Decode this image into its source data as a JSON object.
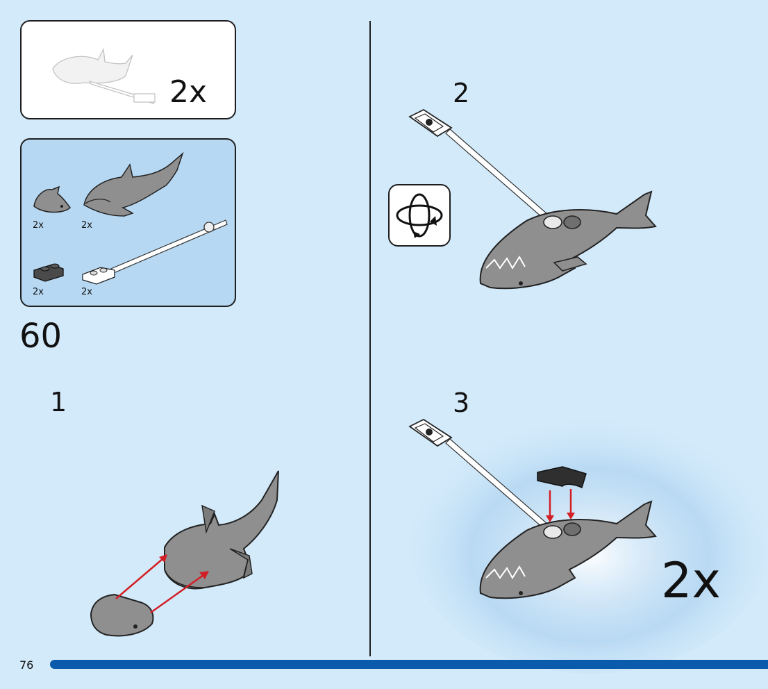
{
  "sub_model": {
    "count_label": "2x"
  },
  "parts_list": {
    "items": [
      {
        "name": "shark-head-part",
        "qty": "2x"
      },
      {
        "name": "shark-body-part",
        "qty": "2x"
      },
      {
        "name": "plate-1x2-dark-part",
        "qty": "2x"
      },
      {
        "name": "bar-with-plate-part",
        "qty": "2x"
      }
    ]
  },
  "main_step_number": "60",
  "steps": [
    {
      "number": "1"
    },
    {
      "number": "2"
    },
    {
      "number": "3",
      "repeat_label": "2x"
    }
  ],
  "icons": {
    "rotate": "rotate-model-icon"
  },
  "colors": {
    "background": "#d3eafa",
    "parts_box": "#b6d8f3",
    "arrow": "#d21f26",
    "page_bar": "#0a5bab",
    "shark_gray": "#8f8f8f"
  },
  "page_number": "76"
}
